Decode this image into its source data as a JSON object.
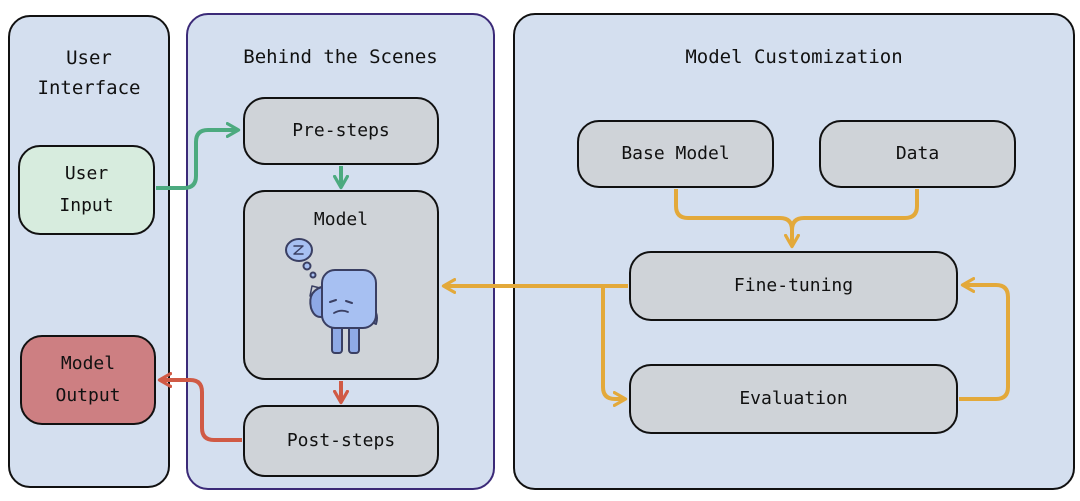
{
  "panels": {
    "user_interface": {
      "title": "User\nInterface"
    },
    "behind_scenes": {
      "title": "Behind the Scenes"
    },
    "customization": {
      "title": "Model Customization"
    }
  },
  "nodes": {
    "user_input": "User\nInput",
    "model_output": "Model\nOutput",
    "pre_steps": "Pre-steps",
    "model": "Model",
    "post_steps": "Post-steps",
    "base_model": "Base Model",
    "data": "Data",
    "fine_tuning": "Fine-tuning",
    "evaluation": "Evaluation"
  },
  "colors": {
    "green_flow": "#4caa7f",
    "red_flow": "#d05a45",
    "orange_flow": "#e3a93a",
    "panel_fill": "#d4dfef",
    "node_fill": "#cfd3d8"
  },
  "icons": [
    "thinking-robot-icon"
  ]
}
